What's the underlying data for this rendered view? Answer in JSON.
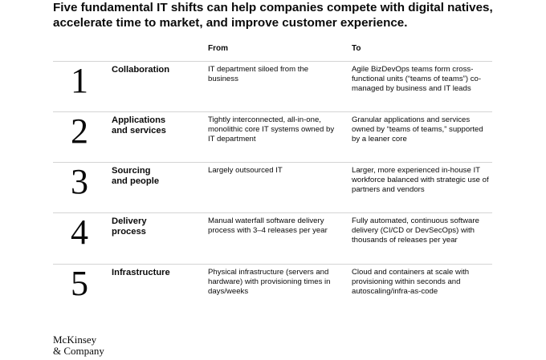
{
  "title": "Five fundamental IT shifts can help companies compete with digital natives, accelerate time to market, and improve customer experience.",
  "columns": {
    "from": "From",
    "to": "To"
  },
  "rows": [
    {
      "number": "1",
      "name": "Collaboration",
      "from": "IT department siloed from the business",
      "to": "Agile BizDevOps teams form cross-functional units (“teams of teams”) co-managed by business and IT leads"
    },
    {
      "number": "2",
      "name": "Applications and services",
      "from": "Tightly interconnected, all-in-one, monolithic core IT systems owned by IT department",
      "to": "Granular applications and services owned by “teams of teams,” supported by a leaner core"
    },
    {
      "number": "3",
      "name": "Sourcing and people",
      "from": "Largely outsourced IT",
      "to": "Larger, more experienced in-house IT workforce balanced with strategic use of partners and vendors"
    },
    {
      "number": "4",
      "name": "Delivery process",
      "from": "Manual waterfall software delivery process with 3–4 releases per year",
      "to": "Fully automated, continuous software delivery (CI/CD or DevSecOps) with thousands of releases per year"
    },
    {
      "number": "5",
      "name": "Infrastructure",
      "from": "Physical infrastructure (servers and hardware) with provisioning times in days/weeks",
      "to": "Cloud and containers at scale with provisioning within seconds and autoscaling/infra-as-code"
    }
  ],
  "logo": {
    "line1": "McKinsey",
    "line2": "& Company"
  }
}
